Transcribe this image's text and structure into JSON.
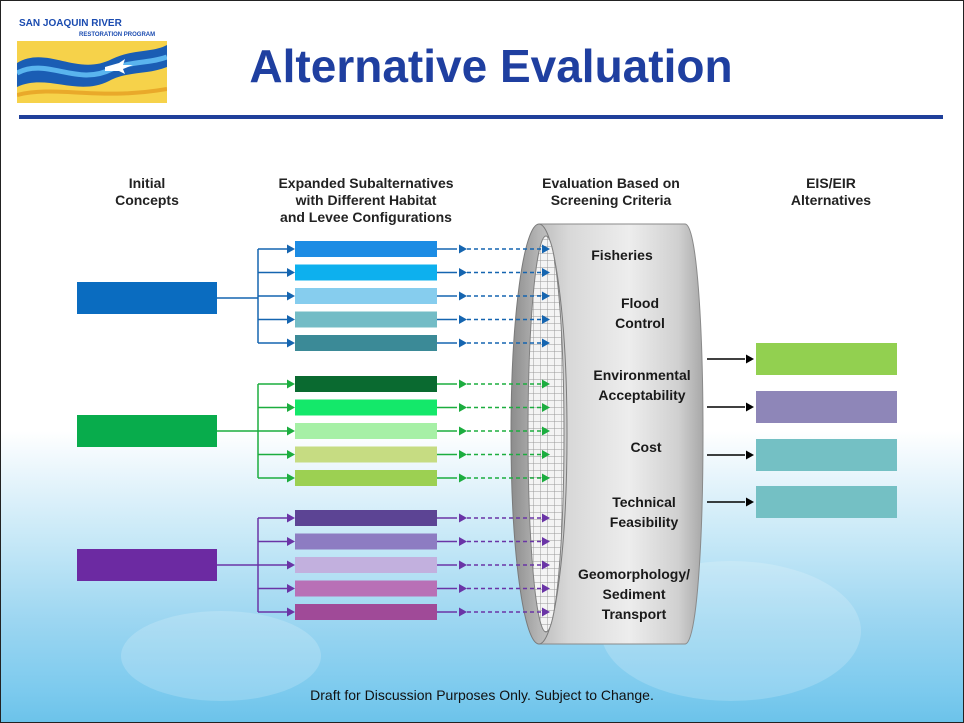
{
  "title": "Alternative Evaluation",
  "logo": {
    "text_line1": "SAN JOAQUIN RIVER",
    "text_line2": "RESTORATION PROGRAM"
  },
  "headers": {
    "initial_l1": "Initial",
    "initial_l2": "Concepts",
    "expanded_l1": "Expanded Subalternatives",
    "expanded_l2": "with Different Habitat",
    "expanded_l3": "and Levee Configurations",
    "evaluation_l1": "Evaluation Based on",
    "evaluation_l2": "Screening Criteria",
    "eis_l1": "EIS/EIR",
    "eis_l2": "Alternatives"
  },
  "criteria": [
    {
      "l1": "Fisheries",
      "l2": ""
    },
    {
      "l1": "Flood",
      "l2": "Control"
    },
    {
      "l1": "Environmental",
      "l2": "Acceptability"
    },
    {
      "l1": "Cost",
      "l2": ""
    },
    {
      "l1": "Technical",
      "l2": "Feasibility"
    },
    {
      "l1": "Geomorphology/",
      "l2": "Sediment",
      "l3": "Transport"
    }
  ],
  "groups": [
    {
      "concept_color": "#0a6cc0",
      "arrow_color": "#1565b0",
      "sub_colors": [
        "#1c8ce4",
        "#0db0ee",
        "#86cdee",
        "#73bcc6",
        "#3b8a97"
      ]
    },
    {
      "concept_color": "#08ac4c",
      "arrow_color": "#1cad3f",
      "sub_colors": [
        "#0a6a30",
        "#14e86a",
        "#a6f0a6",
        "#c6dc82",
        "#9cd052"
      ]
    },
    {
      "concept_color": "#6c2aa2",
      "arrow_color": "#6a34a6",
      "sub_colors": [
        "#5c4494",
        "#8d7cc2",
        "#c2b0de",
        "#b870b6",
        "#a04a98"
      ]
    }
  ],
  "eis_colors": [
    "#92d050",
    "#8e86b8",
    "#74c0c4",
    "#74c0c4"
  ],
  "footer": "Draft for Discussion Purposes Only. Subject to Change."
}
